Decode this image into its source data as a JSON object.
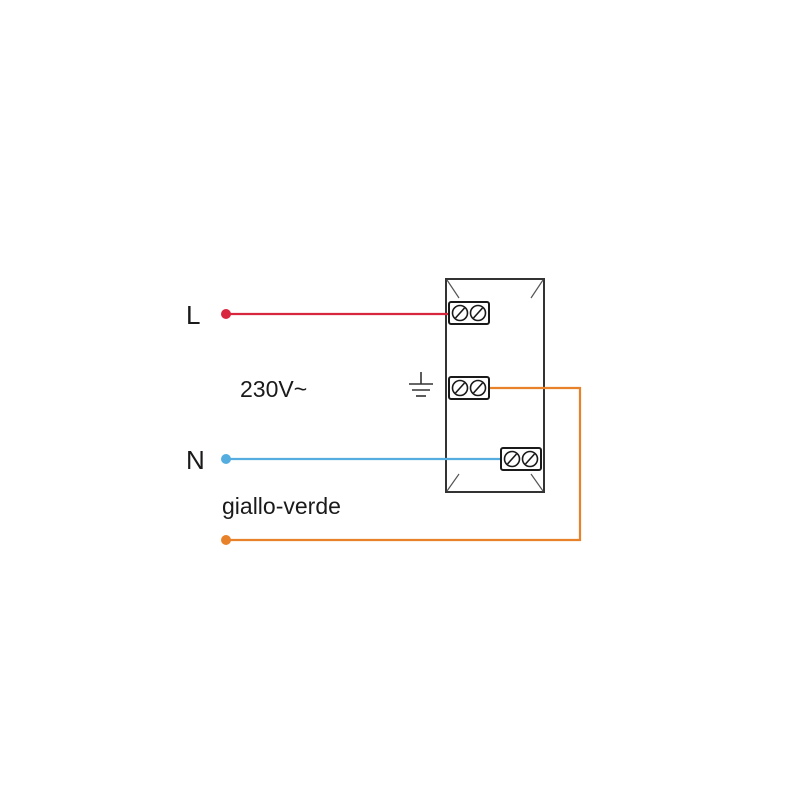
{
  "labels": {
    "line": "L",
    "neutral": "N",
    "voltage": "230V~",
    "earth_wire": "giallo-verde"
  },
  "colors": {
    "line_wire": "#d7263d",
    "neutral_wire": "#55addf",
    "earth_wire": "#e8822a",
    "outline": "#333333"
  },
  "icons": {
    "earth": "earth-ground-icon",
    "terminal_screw": "screw-terminal-icon"
  }
}
